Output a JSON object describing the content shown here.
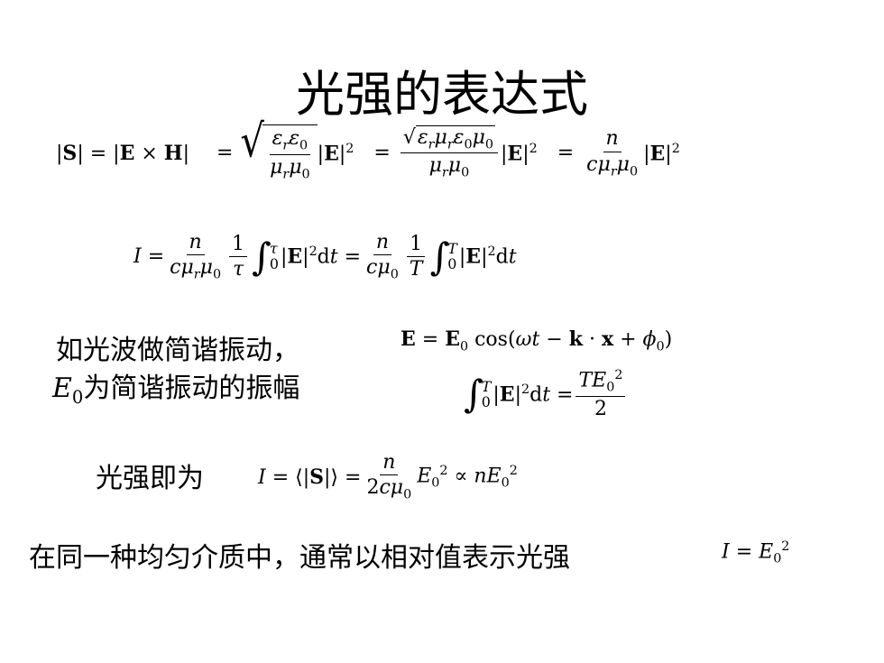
{
  "slide": {
    "title": "光强的表达式",
    "eq1": {
      "lhs": "|S| = |E × H|",
      "mid_eq": "=",
      "sqrt_num": "εrε0",
      "sqrt_den": "μrμ0",
      "e2": "|E|²",
      "f2_num": "√εrμrε0μ0",
      "f2_den": "μrμ0",
      "f3_num": "n",
      "f3_den": "cμrμ0"
    },
    "eq2": {
      "lhs": "I =",
      "a_num": "n",
      "a_den": "cμrμ0",
      "b_num": "1",
      "b_den": "τ",
      "int1_upper": "τ",
      "int1_lower": "0",
      "integrand": "|E|²dt",
      "c_num": "n",
      "c_den": "cμ0",
      "d_num": "1",
      "d_den": "T",
      "int2_upper": "T",
      "int2_lower": "0"
    },
    "text_harmonic_line1": "如光波做简谐振动，",
    "text_harmonic_line2_sym": "E0",
    "text_harmonic_line2": "为简谐振动的振幅",
    "eq_wave": "E = E0 cos(ωt − k · x + ϕ0)",
    "eq_integral": {
      "upper": "T",
      "lower": "0",
      "integrand": "|E|²dt =",
      "num": "TE0²",
      "den": "2"
    },
    "text_intensity": "光强即为",
    "eq_intensity": {
      "lhs": "I = ⟨|S|⟩ =",
      "num": "n",
      "den": "2cμ0",
      "rhs": "E0² ∝ nE0²"
    },
    "text_relative": "在同一种均匀介质中，通常以相对值表示光强",
    "eq_relative": "I = E0²"
  }
}
